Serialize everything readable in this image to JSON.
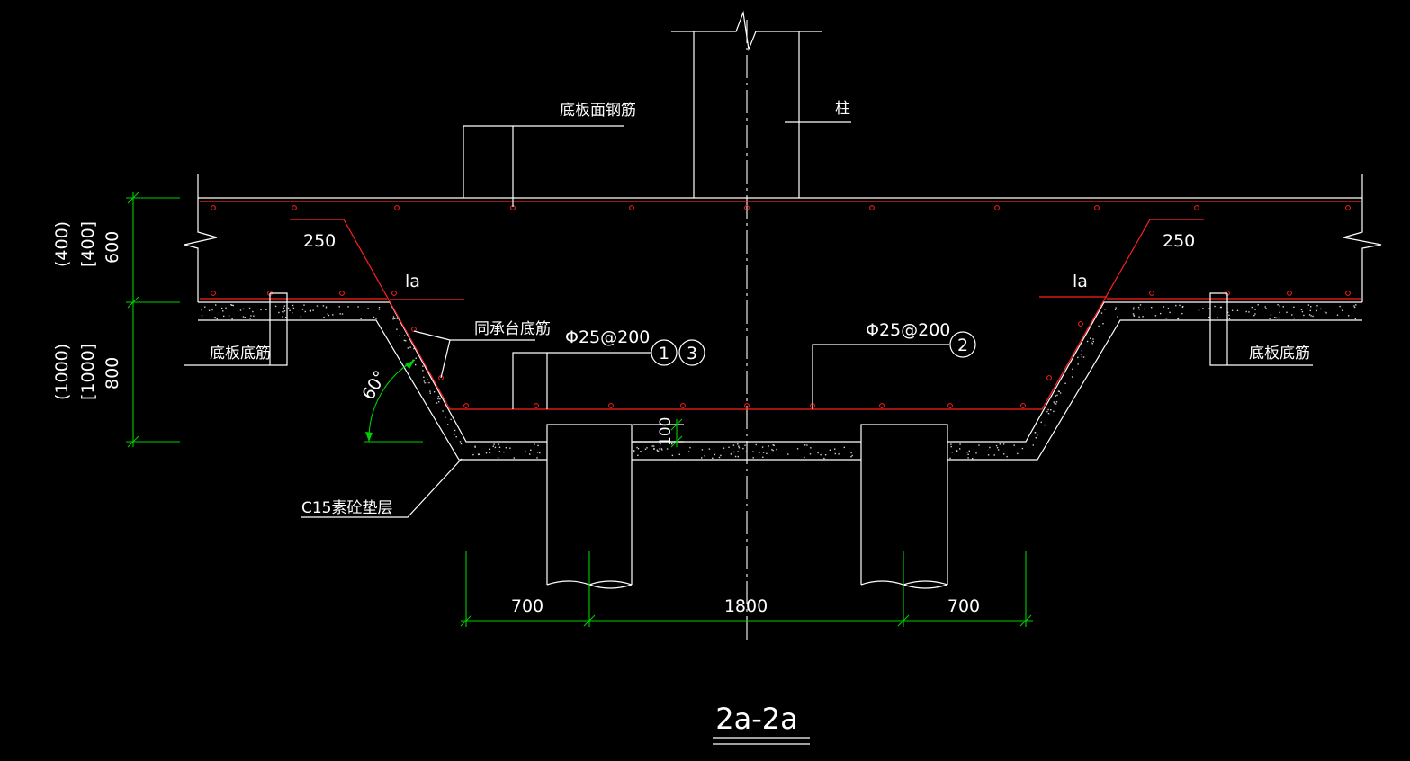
{
  "labels": {
    "top_rebar": "底板面钢筋",
    "column": "柱",
    "slab_bottom_rebar_left": "底板底筋",
    "slab_bottom_rebar_right": "底板底筋",
    "same_as_cap": "同承台底筋",
    "cushion": "C15素砼垫层",
    "angle": "60°",
    "dim_250_left": "250",
    "dim_250_right": "250",
    "la_left": "la",
    "la_right": "la",
    "rebar_left": "Φ25@200",
    "rebar_right": "Φ25@200",
    "circle_1": "1",
    "circle_3": "3",
    "circle_2": "2",
    "dim_100": "100",
    "section_title": "2a-2a"
  },
  "dims": {
    "left_upper": [
      "(400)",
      "[400]",
      "600"
    ],
    "left_lower": [
      "(1000)",
      "[1000]",
      "800"
    ],
    "bottom": [
      "700",
      "1800",
      "700"
    ]
  },
  "colors": {
    "background": "#000000",
    "outline": "#ffffff",
    "rebar": "#ff2020",
    "dimension": "#00d000"
  }
}
